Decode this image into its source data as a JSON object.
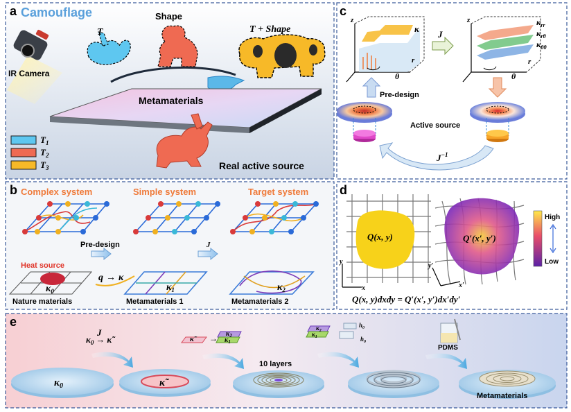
{
  "panel_a": {
    "letter": "a",
    "title": "Camouflage",
    "label_T": "T",
    "label_shape": "Shape",
    "label_T_shape": "T + Shape",
    "ir_camera": "IR Camera",
    "metamaterials": "Metamaterials",
    "real_source": "Real active source",
    "legend": [
      {
        "label": "T",
        "sub": "1",
        "color": "#5ec7f0"
      },
      {
        "label": "T",
        "sub": "2",
        "color": "#ef6a52"
      },
      {
        "label": "T",
        "sub": "3",
        "color": "#f7b928"
      }
    ]
  },
  "panel_b": {
    "letter": "b",
    "titles": [
      "Complex system",
      "Simple system",
      "Target system"
    ],
    "predesign": "Pre-design",
    "J": "J",
    "heat_source": "Heat source",
    "kappa0": "κ",
    "kappa0_sub": "0",
    "mapping_q": "q",
    "mapping_arrow": "→",
    "mapping_k": "κ",
    "kappa1": "κ",
    "kappa1_sub": "1",
    "kappa2": "κ",
    "kappa2_sub": "2",
    "captions": [
      "Nature materials",
      "Metamaterials 1",
      "Metamaterials 2"
    ]
  },
  "panel_c": {
    "letter": "c",
    "axis_z": "z",
    "axis_r": "r",
    "axis_theta": "θ",
    "kappa": "κ",
    "J": "J",
    "J_inv": "J",
    "J_inv_sup": "−1",
    "components": [
      {
        "sub": "rr",
        "color": "#f29a78"
      },
      {
        "sub": "rθ",
        "color": "#6cc27a"
      },
      {
        "sub": "θθ",
        "color": "#7aa8e0"
      }
    ],
    "predesign": "Pre-design",
    "active_source": "Active source"
  },
  "panel_d": {
    "letter": "d",
    "q_left": "Q(x, y)",
    "q_right": "Q′(x′, y′)",
    "axis_x": "x",
    "axis_y": "y",
    "axis_xp": "x′",
    "axis_yp": "y′",
    "high": "High",
    "low": "Low",
    "equation": "Q(x, y)dxdy = Q′(x′, y′)dx′dy′"
  },
  "panel_e": {
    "letter": "e",
    "kappa0": "κ",
    "kappa0_sub": "0",
    "step1_k0": "κ",
    "step1_k0_sub": "0",
    "step1_J": "J",
    "step1_arrow": "→",
    "step1_kt": "κ̃",
    "disc2_label": "κ̃",
    "step2_kt": "κ̃",
    "step2_arrow": "→",
    "k2": "κ",
    "k2_sub": "2",
    "k1": "κ",
    "k1_sub": "1",
    "ten_layers": "10 layers",
    "step3_k2": "κ",
    "step3_k2_sub": "2",
    "step3_k1": "κ",
    "step3_k1_sub": "1",
    "h0": "h",
    "h0_sub": "0",
    "pdms": "PDMS",
    "metamaterials": "Metamaterials"
  }
}
